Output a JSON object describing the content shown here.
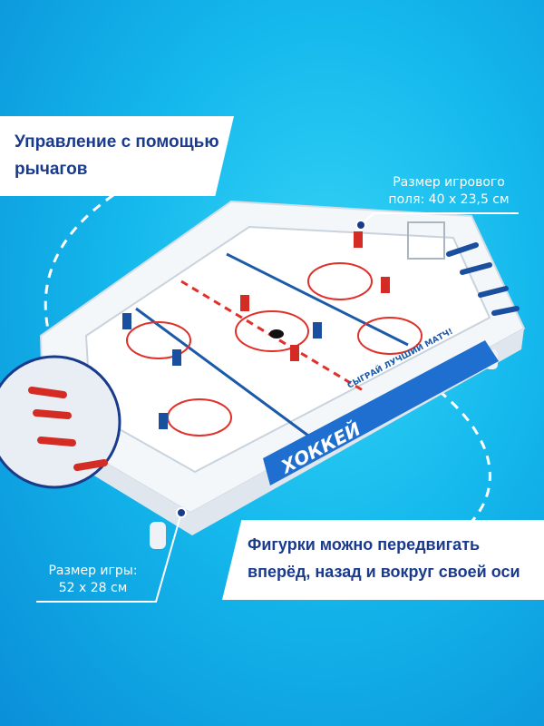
{
  "callouts": {
    "levers": {
      "line1": "Управление с помощью",
      "line2": "рычагов"
    },
    "field_size": {
      "line1": "Размер игрового",
      "line2": "поля: 40 x 23,5 см"
    },
    "game_size": {
      "line1": "Размер игры:",
      "line2": "52 x 28 см"
    },
    "figures": {
      "line1": "Фигурки можно передвигать",
      "line2": "вперёд, назад и вокруг своей оси"
    }
  },
  "product": {
    "slogan": "СЫГРАЙ ЛУЧШИЙ МАТЧ!",
    "name": "ХОККЕЙ"
  },
  "colors": {
    "accent": "#1a3a8c",
    "background": "#14b8ec",
    "rink_red": "#e0302a"
  }
}
